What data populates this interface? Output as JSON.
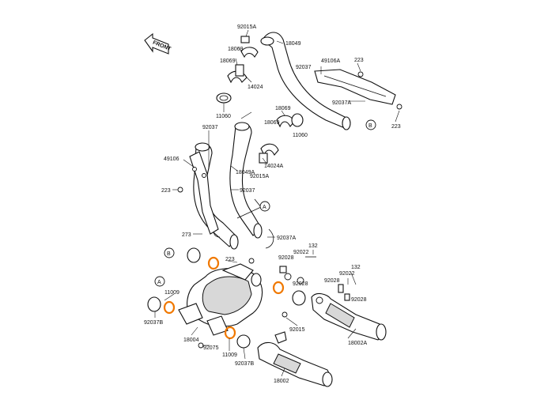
{
  "front_arrow": {
    "label": "FRONT"
  },
  "ref_marks": {
    "a_upper": "A",
    "a_lower": "A",
    "b_upper": "B",
    "b_lower": "B"
  },
  "accent_color": "#f07800",
  "labels": {
    "l1": "92015A",
    "l2": "18049",
    "l3": "18069",
    "l4": "18069",
    "l5": "14024",
    "l6": "11060",
    "l7": "49106A",
    "l8": "223",
    "l9": "92037",
    "l10": "92037A",
    "l11": "223",
    "l12": "18069",
    "l13": "18069",
    "l14": "11060",
    "l15": "92037",
    "l16": "49106",
    "l17": "18049A",
    "l18": "14024A",
    "l19": "92015A",
    "l20": "223",
    "l21": "92037",
    "l22": "273",
    "l23": "92037A",
    "l24": "132",
    "l25": "92022",
    "l26": "92028",
    "l27": "223",
    "l28": "92028",
    "l29": "132",
    "l30": "92022",
    "l31": "92028",
    "l32": "92028",
    "l33": "11009",
    "l34": "92037B",
    "l35": "18004",
    "l36": "92075",
    "l37": "11009",
    "l38": "92037B",
    "l39": "92015",
    "l40": "18002A",
    "l41": "18002"
  }
}
